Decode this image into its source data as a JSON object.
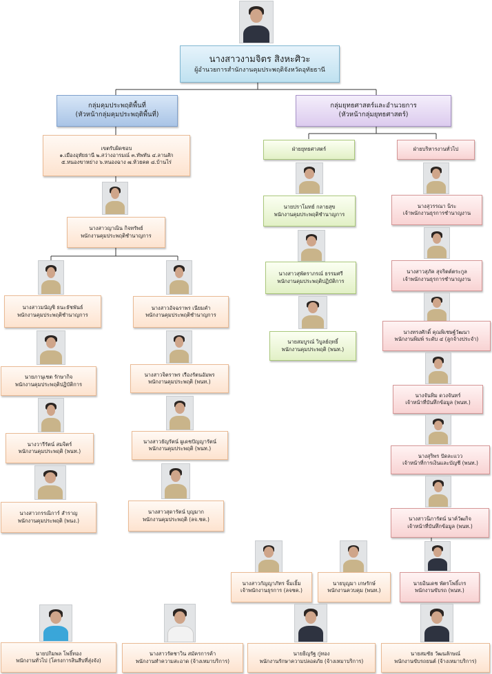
{
  "director": {
    "name": "นางสาวงามจิตร สิงหะศิวะ",
    "title": "ผู้อำนวยการสำนักงานคุมประพฤติจังหวัดอุทัยธานี"
  },
  "group_left": {
    "line1": "กลุ่มคุมประพฤติพื้นที่",
    "line2": "(หัวหน้ากลุ่มคุมประพฤติพื้นที่)"
  },
  "group_right": {
    "line1": "กลุ่มยุทธศาสตร์และอำนวยการ",
    "line2": "(หัวหน้ากลุ่มยุทธศาสตร์)"
  },
  "area": {
    "line1": "เขตรับผิดชอบ",
    "line2": "๑.เมืองอุทัยธานี ๒.สว่างอารมณ์ ๓.ทัพทัน ๔.ลานสัก",
    "line3": "๕.หนองขาหย่าง ๖.หนองฉาง ๗.ห้วยคต ๘.บ้านไร่"
  },
  "unit_strategy": "ฝ่ายยุทธศาสตร์",
  "unit_admin": "ฝ่ายบริหารงานทั่วไป",
  "staff": {
    "pimpila": {
      "name": "นางสาวญาณิน กิจทรัพย์",
      "role": "พนักงานคุมประพฤติชำนาญการ"
    },
    "pawanrat": {
      "name": "นางสาวมนัญชิ ธนะธัชพันธ์",
      "role": "พนักงานคุมประพฤติชำนาญการ"
    },
    "nattawut": {
      "name": "นายภานุเชต รักษากิจ",
      "role": "พนักงานคุมประพฤติปฏิบัติการ"
    },
    "wararat": {
      "name": "นางวารีรัตน์ สมจิตร์",
      "role": "พนักงานคุมประพฤติ (พนท.)"
    },
    "kanthika": {
      "name": "นางสาวกรรณิการ์ สำราญ",
      "role": "พนักงานคุมประพฤติ (พนง.)"
    },
    "anchalee": {
      "name": "นางสาวอัจฉราพร เนียมคำ",
      "role": "พนักงานคุมประพฤติชำนาญการ"
    },
    "chittraporn": {
      "name": "นางสาวจิตราพร เรืองรัตนอัมพร",
      "role": "พนักงานคุมประพฤติ (พนท.)"
    },
    "thanyarat": {
      "name": "นางสาวธัญรัตน์ ผูเดชปัญญารัตน์",
      "role": "พนักงานคุมประพฤติ (พนท.)"
    },
    "sudarat": {
      "name": "นางสาวสุดารัตน์ บุญมาก",
      "role": "พนักงานคุมประพฤติ (ลจ.ชค.)"
    },
    "pramote": {
      "name": "นายปราโมทย์ กลายสุข",
      "role": "พนักงานคุมประพฤติชำนาญการ"
    },
    "supatra": {
      "name": "นางสาวสุพัตราภรณ์ ธรรมศรี",
      "role": "พนักงานคุมประพฤติปฏิบัติการ"
    },
    "samboon": {
      "name": "นายสมบูรณ์ วิบูลย์ฤทธิ์",
      "role": "พนักงานคุมประพฤติ (พนท.)"
    },
    "suwannee": {
      "name": "นางสุวรรณา นิระ",
      "role": "เจ้าพนักงานธุรการชำนาญงาน"
    },
    "sukanya": {
      "name": "นางสาวสุภัค สุจริตต์ตระกูล",
      "role": "เจ้าพนักงานธุรการชำนาญงาน"
    },
    "somsak": {
      "name": "นางทรงศักดิ์ คุณพิเชษฐ์วัฒนา",
      "role": "พนักงานพิมพ์ ระดับ ๔ (ลูกจ้างประจำ)"
    },
    "jintana": {
      "name": "นางจันทิม ดวงจันทร์",
      "role": "เจ้าหน้าที่บันทึกข้อมูล (พนท.)"
    },
    "suriya": {
      "name": "นางสุริพร ปัดละแวว",
      "role": "เจ้าหน้าที่การเงินและบัญชี (พนท.)"
    },
    "nattaya": {
      "name": "นางสาวนิภารัตน์ นาค์วัฒกิจ",
      "role": "เจ้าหน้าที่บันทึกข้อมูล (พนท.)"
    },
    "dechrat": {
      "name": "นายอินเดช พัตรโพธิ์เกร",
      "role": "พนักงานขับรถ (พนท.)"
    },
    "kanyaphat": {
      "name": "นางสาวกัญญาภัทร จิ้มเยิ้ม",
      "role": "เจ้าพนักงานธุรการ (ลจชค.)"
    },
    "suparut": {
      "name": "นายบุญมา เกษรักษ์",
      "role": "พนักงานควบคุม (พนท.)"
    },
    "samphong": {
      "name": "นายปกิมพล โพธิ์ทอง",
      "role": "พนักงานทั่วไป (โครงการสินสืบที่สุ่งจัง)"
    },
    "rattana": {
      "name": "นางสาวรัตชาวิน สมัครการค้า",
      "role": "พนักงานทำความสะอาด (จ้างเหมาบริการ)"
    },
    "thawat": {
      "name": "นายธิญรัฐ กู่ทอง",
      "role": "พนักงานรักษาความปลอดภัย (จ้างเหมาบริการ)"
    },
    "somchai": {
      "name": "นายสมชัย วัฒนลักษณ์",
      "role": "พนักงานขับรถยนต์ (จ้างเหมาบริการ)"
    }
  }
}
